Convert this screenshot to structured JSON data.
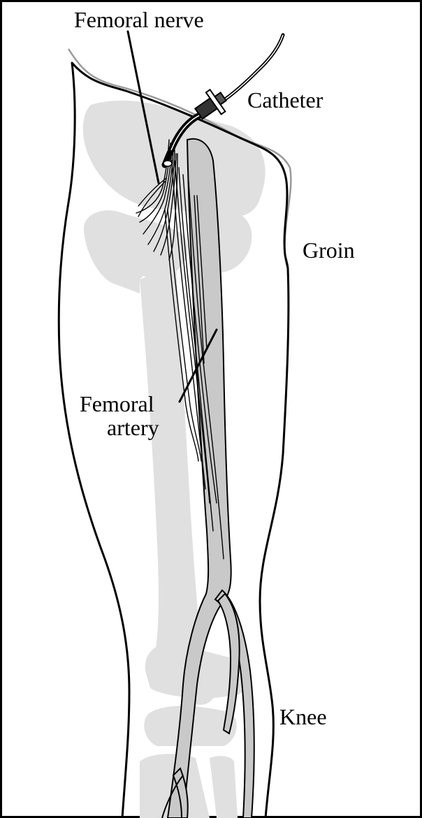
{
  "labels": {
    "femoral_nerve": "Femoral nerve",
    "catheter": "Catheter",
    "groin": "Groin",
    "femoral_artery_line1": "Femoral",
    "femoral_artery_line2": "artery",
    "knee": "Knee"
  },
  "colors": {
    "outline": "#000000",
    "bone": "#e0e0e0",
    "vessel": "#c9c9c9",
    "background": "#ffffff"
  }
}
